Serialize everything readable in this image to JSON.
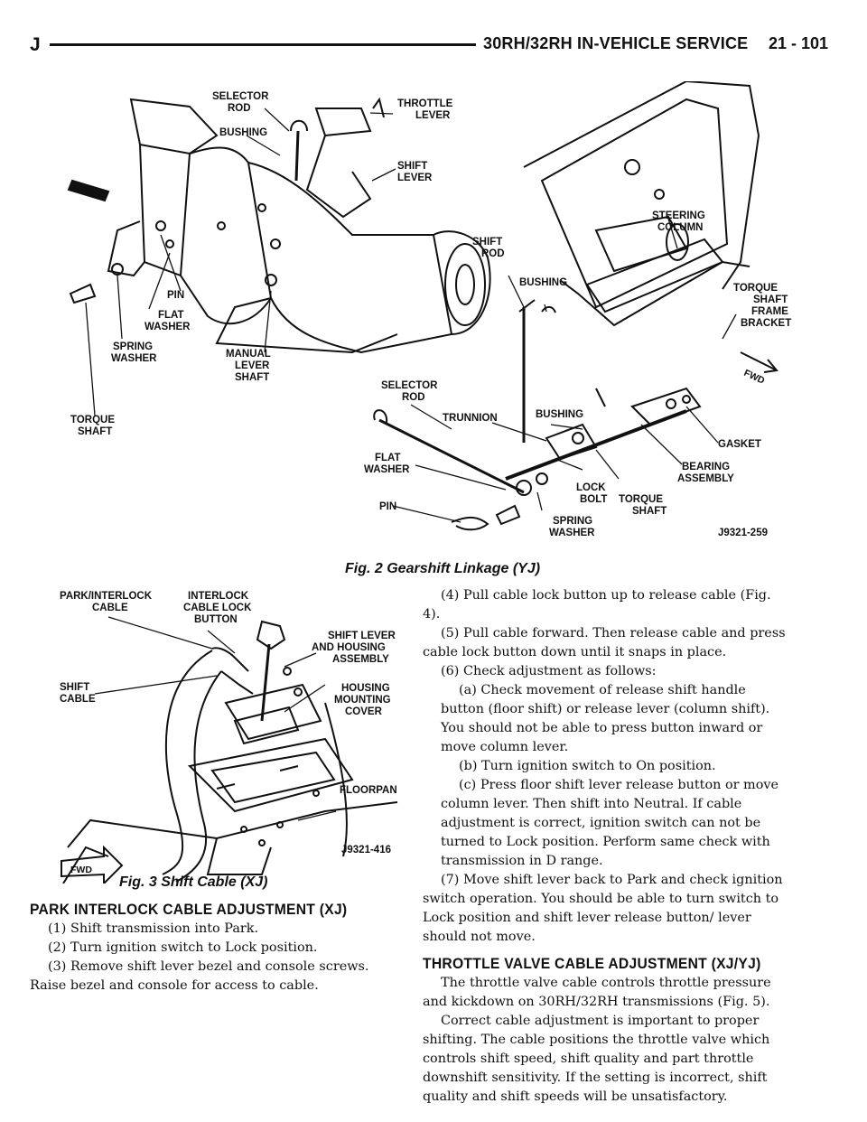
{
  "header": {
    "left": "J",
    "title": "30RH/32RH IN-VEHICLE SERVICE",
    "page": "21 - 101"
  },
  "fig2": {
    "caption": "Fig. 2 Gearshift Linkage (YJ)",
    "id": "J9321-259",
    "labels": {
      "selector_rod_1": "SELECTOR",
      "selector_rod_2": "ROD",
      "throttle_1": "THROTTLE",
      "throttle_2": "LEVER",
      "bushing_a": "BUSHING",
      "shift_lever_1": "SHIFT",
      "shift_lever_2": "LEVER",
      "fwd": "FWD",
      "pin": "PIN",
      "flat_1": "FLAT",
      "flat_2": "WASHER",
      "manual_1": "MANUAL",
      "manual_2": "LEVER",
      "manual_3": "SHAFT",
      "spring_1": "SPRING",
      "spring_2": "WASHER",
      "torque_1": "TORQUE",
      "torque_2": "SHAFT",
      "steering_1": "STEERING",
      "steering_2": "COLUMN",
      "shift_rod_1": "SHIFT",
      "shift_rod_2": "ROD",
      "bushing_b": "BUSHING",
      "tsfb_1": "TORQUE",
      "tsfb_2": "SHAFT",
      "tsfb_3": "FRAME",
      "tsfb_4": "BRACKET",
      "sel2_1": "SELECTOR",
      "sel2_2": "ROD",
      "trunnion": "TRUNNION",
      "bushing_c": "BUSHING",
      "gasket": "GASKET",
      "flat2_1": "FLAT",
      "flat2_2": "WASHER",
      "bearing_1": "BEARING",
      "bearing_2": "ASSEMBLY",
      "lock_1": "LOCK",
      "lock_2": "BOLT",
      "torque2_1": "TORQUE",
      "torque2_2": "SHAFT",
      "pin2": "PIN",
      "spring2_1": "SPRING",
      "spring2_2": "WASHER",
      "fwd2": "FWD"
    }
  },
  "fig3": {
    "caption": "Fig. 3 Shift Cable (XJ)",
    "id": "J9321-416",
    "labels": {
      "park_1": "PARK/INTERLOCK",
      "park_2": "CABLE",
      "ilock_1": "INTERLOCK",
      "ilock_2": "CABLE LOCK",
      "ilock_3": "BUTTON",
      "sl_1": "SHIFT LEVER",
      "sl_2": "AND HOUSING",
      "sl_3": "ASSEMBLY",
      "sc_1": "SHIFT",
      "sc_2": "CABLE",
      "hm_1": "HOUSING",
      "hm_2": "MOUNTING",
      "hm_3": "COVER",
      "floorpan": "FLOORPAN",
      "fwd": "FWD"
    }
  },
  "left_col": {
    "heading": "PARK INTERLOCK CABLE ADJUSTMENT (XJ)",
    "p1": "(1) Shift transmission into Park.",
    "p2": "(2) Turn ignition switch to Lock position.",
    "p3": "(3) Remove shift lever bezel and console screws. Raise bezel and console for access to cable."
  },
  "right_col": {
    "p4": "(4) Pull cable lock button up to release cable (Fig. 4).",
    "p5": "(5) Pull cable forward. Then release cable and press cable lock button down until it snaps in place.",
    "p6": "(6) Check adjustment as follows:",
    "p6a": "(a) Check movement of release shift handle button (floor shift) or release lever (column shift). You should not be able to press button inward or move column lever.",
    "p6b": "(b) Turn ignition switch to On position.",
    "p6c": "(c) Press floor shift lever release button or move column lever. Then shift into Neutral. If cable adjustment is correct, ignition switch can not be turned to Lock position. Perform same check with transmission in D range.",
    "p7": "(7) Move shift lever back to Park and check ignition switch operation. You should be able to turn switch to Lock position and shift lever release button/ lever should not move.",
    "heading": "THROTTLE VALVE CABLE ADJUSTMENT (XJ/YJ)",
    "p8": "The throttle valve cable controls throttle pressure and kickdown on 30RH/32RH transmissions (Fig. 5).",
    "p9": "Correct cable adjustment is important to proper shifting. The cable positions the throttle valve which controls shift speed, shift quality and part throttle downshift sensitivity. If the setting is incorrect, shift quality and shift speeds will be unsatisfactory."
  }
}
